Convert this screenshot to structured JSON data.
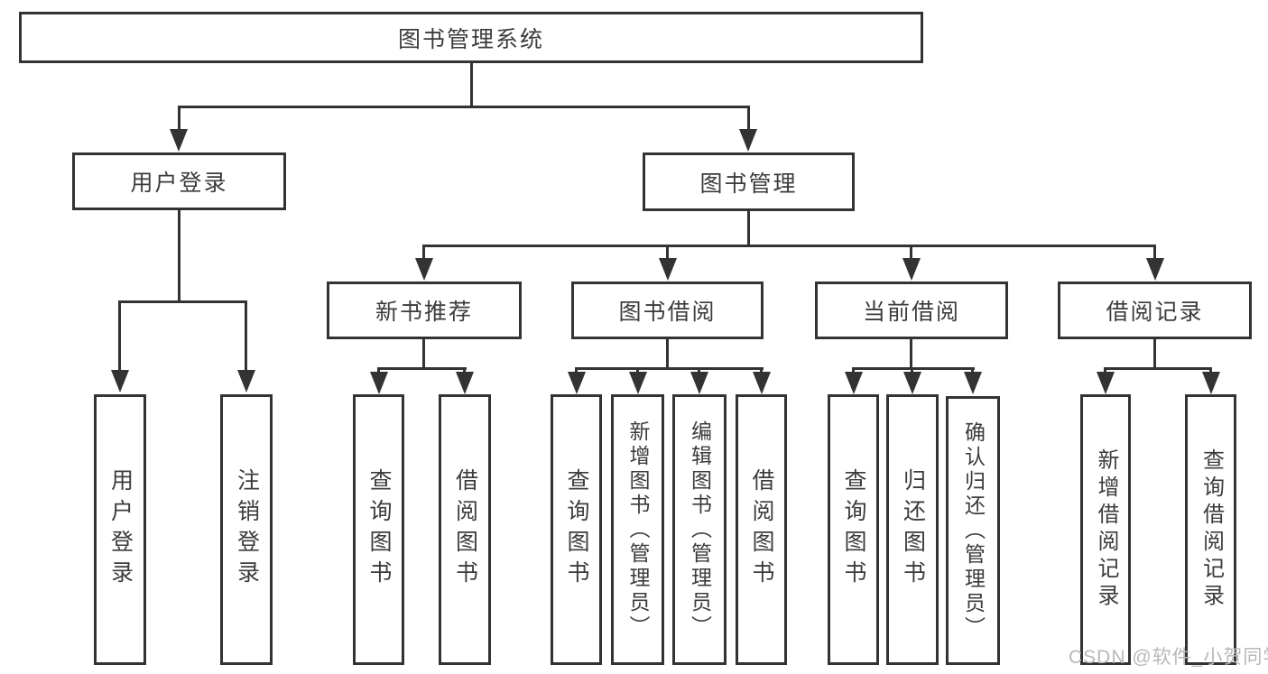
{
  "diagram": {
    "title": "图书管理系统",
    "root": {
      "label": "图书管理系统"
    },
    "level2": [
      {
        "id": "user-login",
        "label": "用户登录"
      },
      {
        "id": "book-management",
        "label": "图书管理"
      }
    ],
    "level3": [
      {
        "id": "new-book-recommend",
        "label": "新书推荐",
        "parent": "图书管理"
      },
      {
        "id": "book-borrowing",
        "label": "图书借阅",
        "parent": "图书管理"
      },
      {
        "id": "current-borrowing",
        "label": "当前借阅",
        "parent": "图书管理"
      },
      {
        "id": "borrowing-records",
        "label": "借阅记录",
        "parent": "图书管理"
      }
    ],
    "leaves": [
      {
        "id": "user-login-action",
        "label": "用户登录",
        "parent": "用户登录"
      },
      {
        "id": "logout-action",
        "label": "注销登录",
        "parent": "用户登录"
      },
      {
        "id": "query-books-recommend",
        "label": "查询图书",
        "parent": "新书推荐"
      },
      {
        "id": "borrow-books-recommend",
        "label": "借阅图书",
        "parent": "新书推荐"
      },
      {
        "id": "query-books-borrowing",
        "label": "查询图书",
        "parent": "图书借阅"
      },
      {
        "id": "add-books-admin",
        "label": "新增图书（管理员）",
        "parent": "图书借阅"
      },
      {
        "id": "edit-books-admin",
        "label": "编辑图书（管理员）",
        "parent": "图书借阅"
      },
      {
        "id": "borrow-books-borrowing",
        "label": "借阅图书",
        "parent": "图书借阅"
      },
      {
        "id": "query-books-current",
        "label": "查询图书",
        "parent": "当前借阅"
      },
      {
        "id": "return-books",
        "label": "归还图书",
        "parent": "当前借阅"
      },
      {
        "id": "confirm-return-admin",
        "label": "确认归还（管理员）",
        "parent": "当前借阅"
      },
      {
        "id": "add-borrow-record",
        "label": "新增借阅记录",
        "parent": "借阅记录"
      },
      {
        "id": "query-borrow-record",
        "label": "查询借阅记录",
        "parent": "借阅记录"
      }
    ]
  },
  "watermark": {
    "text": "CSDN @软件_小贺同学"
  },
  "colors": {
    "line": "#333333",
    "box_border": "#333333",
    "box_fill": "#ffffff",
    "text": "#3c3c3c",
    "watermark": "#b8b8b8",
    "background": "#ffffff"
  }
}
